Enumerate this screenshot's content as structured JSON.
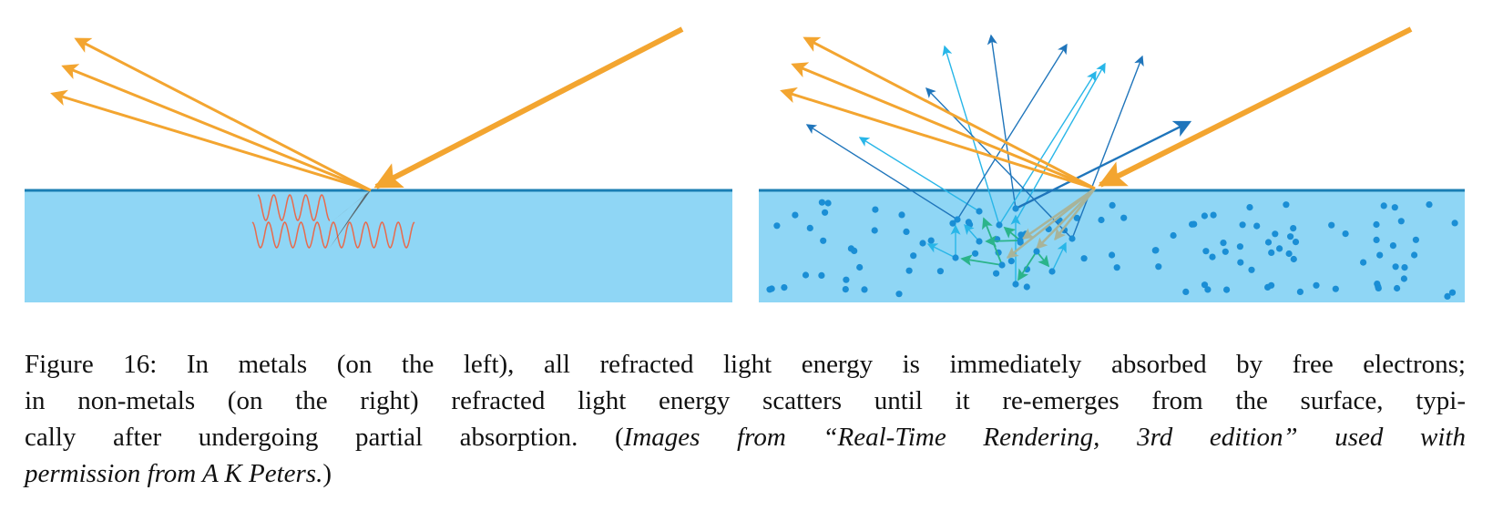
{
  "figure": {
    "left_panel": "metal",
    "right_panel": "non-metal",
    "colors": {
      "light_ray": "#f3a530",
      "material": "#8fd6f5",
      "surface": "#1a7db3",
      "particle": "#1a8ed5",
      "scatter_dark": "#1f75bb",
      "scatter_light": "#28b6e8",
      "scatter_green": "#2bb48a",
      "electron_wave": "#e86a4c"
    }
  },
  "caption": {
    "line1": "Figure 16: In metals (on the left), all refracted light energy is immediately absorbed by free electrons;",
    "line2": "in non-metals (on the right) refracted light energy scatters until it re-emerges from the surface, typi-",
    "line3_roman": "cally after undergoing partial absorption. (",
    "line3_italic": "Images from “Real-Time Rendering, 3rd edition” used with",
    "line4_italic": "permission from A K Peters.",
    "line4_roman": ")"
  }
}
